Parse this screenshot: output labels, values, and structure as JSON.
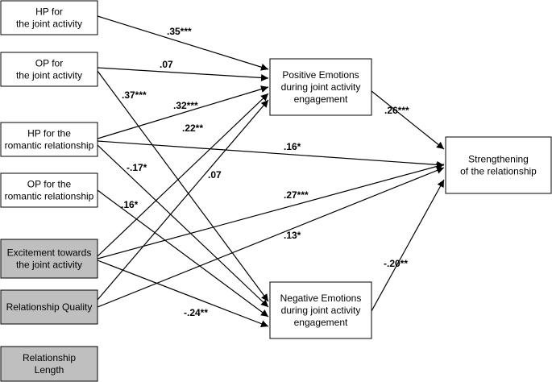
{
  "nodes": [
    {
      "id": "hp_joint",
      "lines": [
        "HP for",
        "the joint activity"
      ],
      "fill": "#ffffff"
    },
    {
      "id": "op_joint",
      "lines": [
        "OP for",
        "the joint activity"
      ],
      "fill": "#ffffff"
    },
    {
      "id": "hp_rom",
      "lines": [
        "HP for the",
        "romantic relationship"
      ],
      "fill": "#ffffff"
    },
    {
      "id": "op_rom",
      "lines": [
        "OP for the",
        "romantic relationship"
      ],
      "fill": "#ffffff"
    },
    {
      "id": "excitement",
      "lines": [
        "Excitement towards",
        "the joint activity"
      ],
      "fill": "#bfbfbf"
    },
    {
      "id": "rel_quality",
      "lines": [
        "Relationship Quality"
      ],
      "fill": "#bfbfbf"
    },
    {
      "id": "rel_length",
      "lines": [
        "Relationship",
        "Length"
      ],
      "fill": "#bfbfbf"
    },
    {
      "id": "pos_emo",
      "lines": [
        "Positive Emotions",
        "during joint activity",
        "engagement"
      ],
      "fill": "#ffffff"
    },
    {
      "id": "neg_emo",
      "lines": [
        "Negative Emotions",
        "during joint activity",
        "engagement"
      ],
      "fill": "#ffffff"
    },
    {
      "id": "strength",
      "lines": [
        "Strengthening",
        "of the relationship"
      ],
      "fill": "#ffffff"
    }
  ],
  "edges": [
    {
      "from": "hp_joint",
      "to": "pos_emo",
      "label": ".35***"
    },
    {
      "from": "op_joint",
      "to": "pos_emo",
      "label": ".07"
    },
    {
      "from": "op_joint",
      "to": "neg_emo",
      "label": ".37***"
    },
    {
      "from": "hp_rom",
      "to": "pos_emo",
      "label": ".32***"
    },
    {
      "from": "hp_rom",
      "to": "strength",
      "label": ".16*"
    },
    {
      "from": "hp_rom",
      "to": "neg_emo",
      "label": "-.17*"
    },
    {
      "from": "op_rom",
      "to": "neg_emo",
      "label": ".16*"
    },
    {
      "from": "excitement",
      "to": "pos_emo",
      "label": ".22**"
    },
    {
      "from": "excitement",
      "to": "strength",
      "label": ".27***"
    },
    {
      "from": "excitement",
      "to": "neg_emo",
      "label": "-.24**"
    },
    {
      "from": "rel_quality",
      "to": "pos_emo",
      "label": ".07"
    },
    {
      "from": "rel_quality",
      "to": "strength",
      "label": ".13*"
    },
    {
      "from": "pos_emo",
      "to": "strength",
      "label": ".26***"
    },
    {
      "from": "neg_emo",
      "to": "strength",
      "label": "-.20**"
    }
  ]
}
